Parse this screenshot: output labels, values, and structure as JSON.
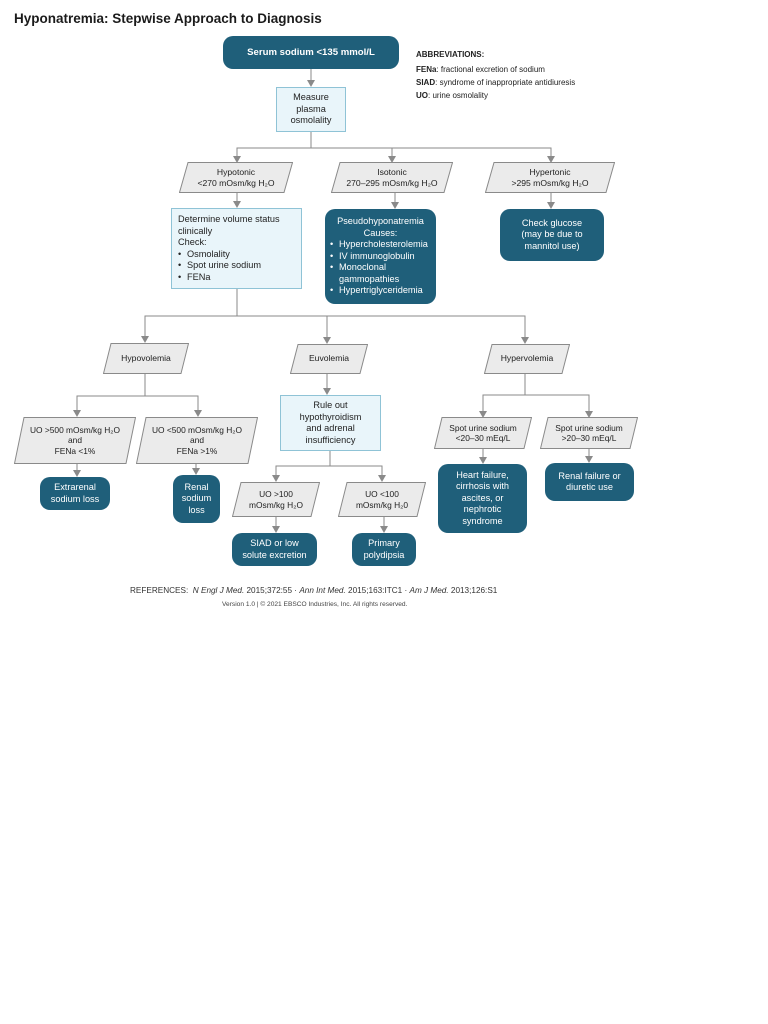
{
  "title": "Hyponatremia: Stepwise Approach to Diagnosis",
  "abbreviations": {
    "heading": "ABBREVIATIONS:",
    "items": [
      {
        "term": "FENa",
        "def": ": fractional excretion of sodium"
      },
      {
        "term": "SIAD",
        "def": ": syndrome of inappropriate antidiuresis"
      },
      {
        "term": "UO",
        "def": ": urine osmolality"
      }
    ]
  },
  "nodes": {
    "start": "Serum sodium <135 mmol/L",
    "measure": [
      "Measure",
      "plasma",
      "osmolality"
    ],
    "hypotonic": [
      "Hypotonic",
      "<270 mOsm/kg H₂O"
    ],
    "isotonic": [
      "Isotonic",
      "270–295 mOsm/kg H₂O"
    ],
    "hypertonic": [
      "Hypertonic",
      ">295 mOsm/kg H₂O"
    ],
    "volume": {
      "lines": [
        "Determine volume status",
        "clinically"
      ],
      "check": "Check:",
      "items": [
        "Osmolality",
        "Spot urine sodium",
        "FENa"
      ]
    },
    "pseudo": {
      "lines": [
        "Pseudohyponatremia",
        "Causes:"
      ],
      "items": [
        "Hypercholesterolemia",
        "IV immunoglobulin",
        "Monoclonal gammopathies",
        "Hypertriglyceridemia"
      ]
    },
    "glucose": [
      "Check glucose",
      "(may be due to",
      "mannitol use)"
    ],
    "hypovolemia": "Hypovolemia",
    "euvolemia": "Euvolemia",
    "hypervolemia": "Hypervolemia",
    "uo_gt500": [
      "UO >500 mOsm/kg H₂O",
      "and",
      "FENa <1%"
    ],
    "uo_lt500": [
      "UO <500 mOsm/kg H₂O",
      "and",
      "FENa >1%"
    ],
    "extrarenal": [
      "Extrarenal",
      "sodium loss"
    ],
    "renal": [
      "Renal",
      "sodium",
      "loss"
    ],
    "ruleout": [
      "Rule out",
      "hypothyroidism",
      "and adrenal",
      "insufficiency"
    ],
    "uo_gt100": [
      "UO >100",
      "mOsm/kg H₂O"
    ],
    "uo_lt100": [
      "UO <100",
      "mOsm/kg H₂0"
    ],
    "siad": [
      "SIAD or low",
      "solute excretion"
    ],
    "primary": [
      "Primary",
      "polydipsia"
    ],
    "spot_lt": [
      "Spot urine sodium",
      "<20–30 mEq/L"
    ],
    "spot_gt": [
      "Spot urine sodium",
      ">20–30 mEq/L"
    ],
    "heart": [
      "Heart failure,",
      "cirrhosis with",
      "ascites, or",
      "nephrotic",
      "syndrome"
    ],
    "renal_failure": [
      "Renal failure or",
      "diuretic use"
    ]
  },
  "references": {
    "label": "REFERENCES:",
    "items": [
      {
        "journal": "N Engl J Med.",
        "cite": " 2015;372:55"
      },
      {
        "journal": "Ann Int Med.",
        "cite": " 2015;163:ITC1"
      },
      {
        "journal": "Am J Med.",
        "cite": " 2013;126:S1"
      }
    ],
    "separator": "  ·  "
  },
  "version": "Version 1.0  |  © 2021 EBSCO Industries, Inc. All rights reserved.",
  "colors": {
    "dark": "#1f5f7a",
    "light_fill": "#e9f5fa",
    "light_border": "#8fc3d6",
    "para_fill": "#ebebeb",
    "para_border": "#8a8a8a",
    "line": "#8a8a8a"
  }
}
